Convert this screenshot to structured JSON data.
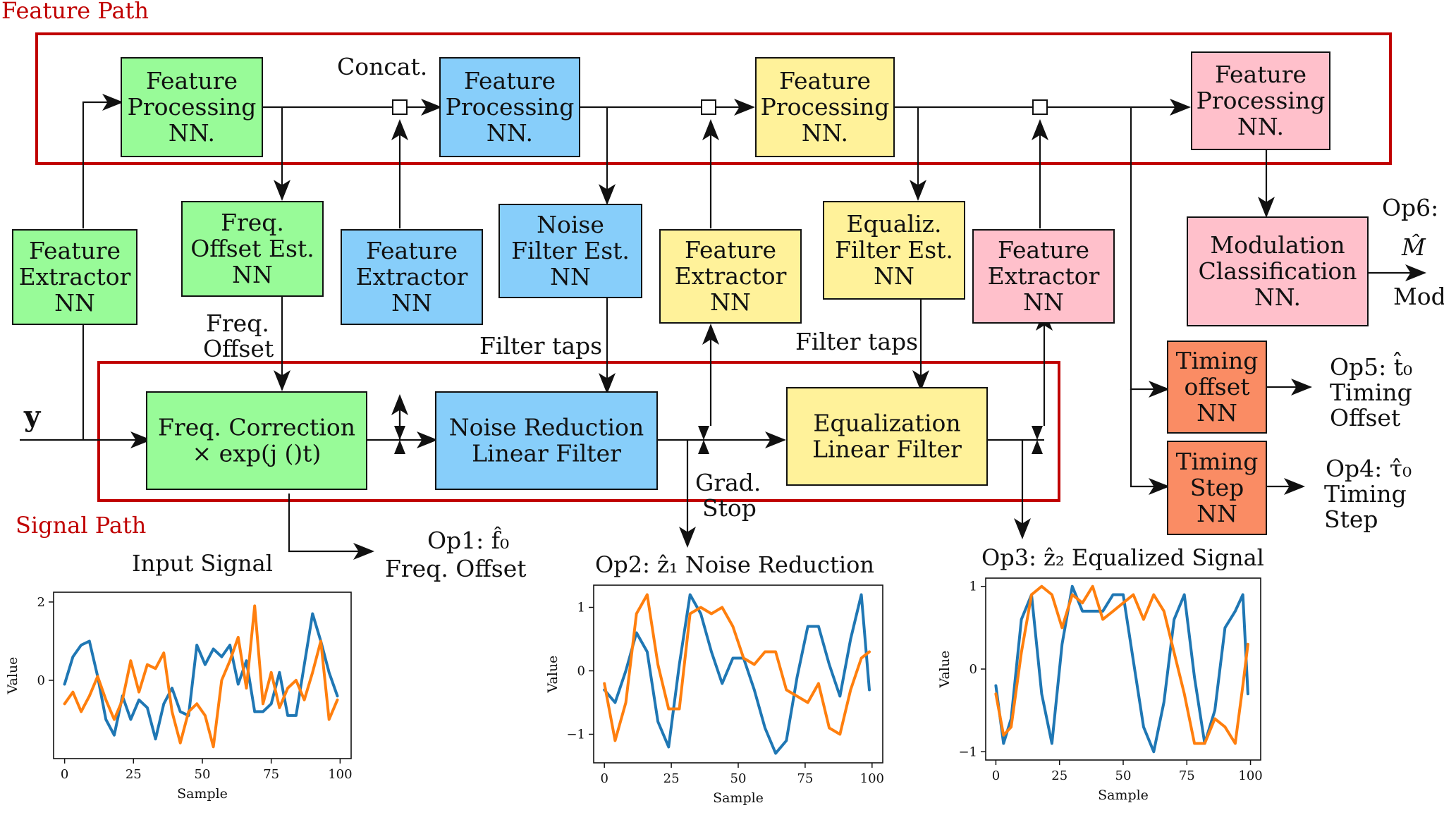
{
  "sections": {
    "feature_path": "Feature Path",
    "signal_path": "Signal Path"
  },
  "colors": {
    "green": "#98fb98",
    "blue": "#87cefa",
    "yellow": "#fff29a",
    "pink": "#ffc0cb",
    "salmon": "#fa8c64",
    "frame_red": "#c00000",
    "series_blue": "#1f77b4",
    "series_orange": "#ff7f0e"
  },
  "blocks": {
    "fp1": [
      "Feature",
      "Processing",
      "NN."
    ],
    "fp2": [
      "Feature",
      "Processing",
      "NN."
    ],
    "fp3": [
      "Feature",
      "Processing",
      "NN."
    ],
    "fp4": [
      "Feature",
      "Processing",
      "NN."
    ],
    "fe1": [
      "Feature",
      "Extractor",
      "NN"
    ],
    "fe2": [
      "Feature",
      "Extractor",
      "NN"
    ],
    "fe3": [
      "Feature",
      "Extractor",
      "NN"
    ],
    "fe4": [
      "Feature",
      "Extractor",
      "NN"
    ],
    "foe": [
      "Freq.",
      "Offset Est.",
      "NN"
    ],
    "nfe": [
      "Noise",
      "Filter Est.",
      "NN"
    ],
    "efe": [
      "Equaliz.",
      "Filter Est.",
      "NN"
    ],
    "mc": [
      "Modulation",
      "Classification",
      "NN."
    ],
    "to": [
      "Timing",
      "offset",
      "NN"
    ],
    "ts": [
      "Timing",
      "Step",
      "NN"
    ],
    "fc": [
      "Freq. Correction",
      "×  exp(j ()t)"
    ],
    "nr": [
      "Noise Reduction",
      "Linear Filter"
    ],
    "eq": [
      "Equalization",
      "Linear Filter"
    ]
  },
  "labels": {
    "concat": "Concat.",
    "input": "y",
    "freq_offset": [
      "Freq.",
      "Offset"
    ],
    "filter_taps_1": "Filter taps",
    "filter_taps_2": "Filter taps",
    "grad_stop": [
      "Grad.",
      "Stop"
    ],
    "op1": [
      "Op1:  f̂₀",
      "Freq. Offset"
    ],
    "op2": "Op2: ẑ₁ Noise Reduction",
    "op3": "Op3: ẑ₂ Equalized Signal",
    "op4": [
      "Op4:  τ̂₀",
      "Timing",
      "Step"
    ],
    "op5": [
      "Op5:  t̂₀",
      "Timing",
      "Offset"
    ],
    "op6": [
      "Op6:",
      "M̂",
      "Mod"
    ]
  },
  "chart_data": [
    {
      "type": "line",
      "title": "Input Signal",
      "xlabel": "Sample",
      "ylabel": "Value",
      "xlim": [
        -4,
        104
      ],
      "ylim": [
        -2.0,
        2.25
      ],
      "xticks": [
        0,
        25,
        50,
        75,
        100
      ],
      "yticks": [
        0,
        2
      ],
      "series": [
        {
          "color": "#1f77b4",
          "x": [
            0,
            3,
            6,
            9,
            12,
            15,
            18,
            21,
            24,
            27,
            30,
            33,
            36,
            39,
            42,
            45,
            48,
            51,
            54,
            57,
            60,
            63,
            66,
            69,
            72,
            75,
            78,
            81,
            84,
            87,
            90,
            93,
            96,
            99
          ],
          "y": [
            -0.1,
            0.6,
            0.9,
            1.0,
            0.1,
            -1.0,
            -1.4,
            -0.4,
            -1.0,
            -0.5,
            -0.7,
            -1.5,
            -0.6,
            -0.2,
            -0.8,
            -0.9,
            0.9,
            0.4,
            0.8,
            0.6,
            0.9,
            -0.1,
            0.5,
            -0.8,
            -0.8,
            -0.6,
            0.2,
            -0.9,
            -0.9,
            0.4,
            1.7,
            1.0,
            0.2,
            -0.4
          ]
        },
        {
          "color": "#ff7f0e",
          "x": [
            0,
            3,
            6,
            9,
            12,
            15,
            18,
            21,
            24,
            27,
            30,
            33,
            36,
            39,
            42,
            45,
            48,
            51,
            54,
            57,
            60,
            63,
            66,
            69,
            72,
            75,
            78,
            81,
            84,
            87,
            90,
            93,
            96,
            99
          ],
          "y": [
            -0.6,
            -0.3,
            -0.8,
            -0.4,
            0.1,
            -0.5,
            -1.0,
            -0.5,
            0.5,
            -0.3,
            0.4,
            0.3,
            0.7,
            -0.8,
            -1.6,
            -0.8,
            -0.6,
            -0.9,
            -1.7,
            0.0,
            0.5,
            1.1,
            -0.2,
            1.9,
            -0.6,
            0.2,
            -0.7,
            -0.2,
            0.0,
            -0.5,
            0.2,
            1.0,
            -1.0,
            -0.5
          ]
        }
      ]
    },
    {
      "type": "line",
      "title": "",
      "xlabel": "Sample",
      "ylabel": "Value",
      "xlim": [
        -4,
        104
      ],
      "ylim": [
        -1.45,
        1.35
      ],
      "xticks": [
        0,
        25,
        50,
        75,
        100
      ],
      "yticks": [
        -1,
        0,
        1
      ],
      "series": [
        {
          "color": "#1f77b4",
          "x": [
            0,
            4,
            8,
            12,
            16,
            20,
            24,
            28,
            32,
            36,
            40,
            44,
            48,
            52,
            56,
            60,
            64,
            68,
            72,
            76,
            80,
            84,
            88,
            92,
            96,
            99
          ],
          "y": [
            -0.3,
            -0.5,
            0.0,
            0.6,
            0.3,
            -0.8,
            -1.2,
            0.1,
            1.2,
            0.9,
            0.3,
            -0.2,
            0.2,
            0.2,
            -0.3,
            -0.9,
            -1.3,
            -1.1,
            -0.1,
            0.7,
            0.7,
            0.1,
            -0.4,
            0.5,
            1.2,
            -0.3
          ]
        },
        {
          "color": "#ff7f0e",
          "x": [
            0,
            4,
            8,
            12,
            16,
            20,
            24,
            28,
            32,
            36,
            40,
            44,
            48,
            52,
            56,
            60,
            64,
            68,
            72,
            76,
            80,
            84,
            88,
            92,
            96,
            99
          ],
          "y": [
            -0.2,
            -1.1,
            -0.5,
            0.9,
            1.2,
            0.1,
            -0.6,
            -0.6,
            0.9,
            1.0,
            0.9,
            1.0,
            0.7,
            0.2,
            0.1,
            0.3,
            0.3,
            -0.3,
            -0.4,
            -0.5,
            -0.2,
            -0.9,
            -1.0,
            -0.3,
            0.2,
            0.3
          ]
        }
      ]
    },
    {
      "type": "line",
      "title": "",
      "xlabel": "Sample",
      "ylabel": "Value",
      "xlim": [
        -4,
        104
      ],
      "ylim": [
        -1.1,
        1.1
      ],
      "xticks": [
        0,
        25,
        50,
        75,
        100
      ],
      "yticks": [
        -1,
        0,
        1
      ],
      "series": [
        {
          "color": "#1f77b4",
          "x": [
            0,
            3,
            6,
            10,
            14,
            18,
            22,
            26,
            30,
            34,
            38,
            42,
            46,
            50,
            54,
            58,
            62,
            66,
            70,
            74,
            78,
            82,
            86,
            90,
            94,
            97,
            99
          ],
          "y": [
            -0.2,
            -0.9,
            -0.6,
            0.6,
            0.9,
            -0.3,
            -0.9,
            0.3,
            1.0,
            0.7,
            0.7,
            0.7,
            0.9,
            0.9,
            0.1,
            -0.7,
            -1.0,
            -0.4,
            0.6,
            0.9,
            -0.1,
            -0.9,
            -0.5,
            0.5,
            0.7,
            0.9,
            -0.3
          ]
        },
        {
          "color": "#ff7f0e",
          "x": [
            0,
            3,
            6,
            10,
            14,
            18,
            22,
            26,
            30,
            34,
            38,
            42,
            46,
            50,
            54,
            58,
            62,
            66,
            70,
            74,
            78,
            82,
            86,
            90,
            94,
            97,
            99
          ],
          "y": [
            -0.3,
            -0.8,
            -0.7,
            0.2,
            0.9,
            1.0,
            0.9,
            0.5,
            0.9,
            0.8,
            1.0,
            0.6,
            0.7,
            0.8,
            0.9,
            0.6,
            0.9,
            0.7,
            0.2,
            -0.3,
            -0.9,
            -0.9,
            -0.6,
            -0.7,
            -0.9,
            -0.2,
            0.3
          ]
        }
      ]
    }
  ]
}
